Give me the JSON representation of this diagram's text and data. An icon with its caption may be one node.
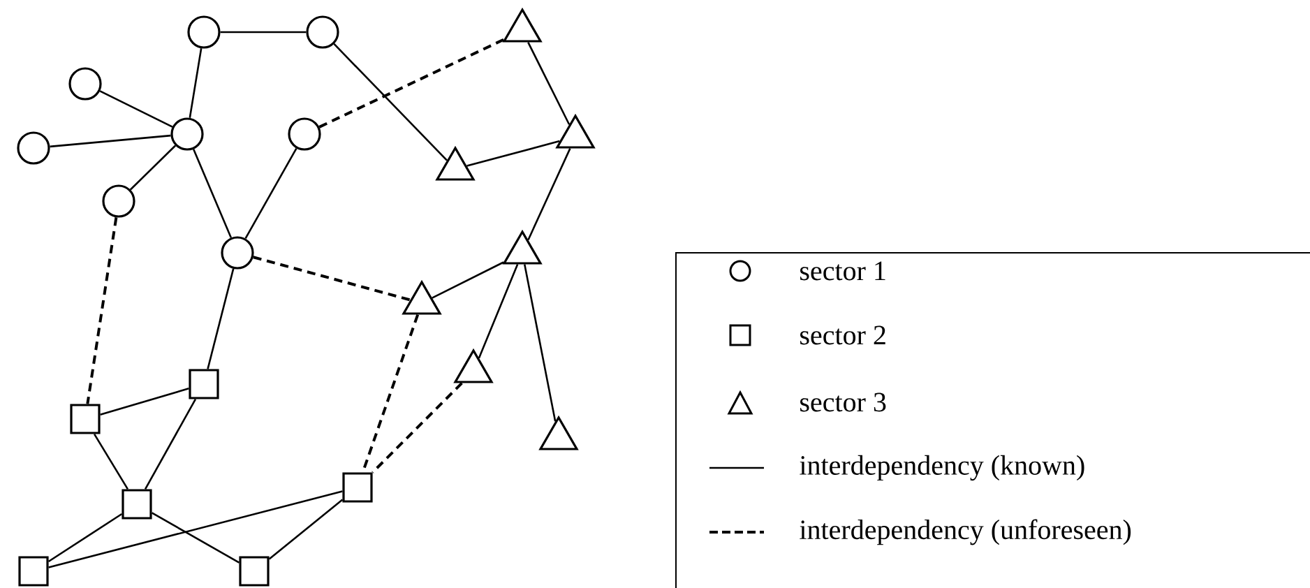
{
  "diagram": {
    "nodes": [
      {
        "text": [],
        "shape": "circle"
      },
      {
        "text": [],
        "shape": "circle"
      },
      {
        "text": [],
        "shape": "circle"
      },
      {
        "text": [],
        "shape": "circle"
      },
      {
        "text": [],
        "shape": "circle"
      },
      {
        "text": [],
        "shape": "circle"
      },
      {
        "text": [],
        "shape": "circle"
      },
      {
        "text": [],
        "shape": "circle"
      },
      {
        "text": [],
        "shape": "triangle"
      },
      {
        "text": [],
        "shape": "triangle"
      },
      {
        "text": [],
        "shape": "triangle"
      },
      {
        "text": [],
        "shape": "triangle"
      },
      {
        "text": [],
        "shape": "triangle"
      },
      {
        "text": [],
        "shape": "triangle"
      },
      {
        "text": [],
        "shape": "triangle"
      },
      {
        "text": [],
        "shape": "box"
      },
      {
        "text": [],
        "shape": "box"
      },
      {
        "text": [],
        "shape": "box"
      },
      {
        "text": [],
        "shape": "box"
      },
      {
        "text": [],
        "shape": "box"
      },
      {
        "text": [],
        "shape": "box"
      }
    ],
    "edges": [
      {
        "from": 0,
        "to": 1,
        "arrow": "none"
      },
      {
        "from": 0,
        "to": 4,
        "arrow": "none"
      },
      {
        "from": 2,
        "to": 4,
        "arrow": "none"
      },
      {
        "from": 3,
        "to": 4,
        "arrow": "none"
      },
      {
        "from": 6,
        "to": 4,
        "arrow": "none"
      },
      {
        "from": 4,
        "to": 7,
        "arrow": "none"
      },
      {
        "from": 5,
        "to": 7,
        "arrow": "none"
      },
      {
        "from": 1,
        "to": 10,
        "arrow": "none"
      },
      {
        "from": 10,
        "to": 9,
        "arrow": "none"
      },
      {
        "from": 8,
        "to": 9,
        "arrow": "none"
      },
      {
        "from": 9,
        "to": 11,
        "arrow": "none"
      },
      {
        "from": 11,
        "to": 12,
        "arrow": "none"
      },
      {
        "from": 11,
        "to": 13,
        "arrow": "none"
      },
      {
        "from": 11,
        "to": 14,
        "arrow": "none"
      },
      {
        "from": 7,
        "to": 15,
        "arrow": "none"
      },
      {
        "from": 15,
        "to": 16,
        "arrow": "none"
      },
      {
        "from": 16,
        "to": 17,
        "arrow": "none"
      },
      {
        "from": 15,
        "to": 17,
        "arrow": "none"
      },
      {
        "from": 17,
        "to": 19,
        "arrow": "none"
      },
      {
        "from": 17,
        "to": 20,
        "arrow": "none"
      },
      {
        "from": 19,
        "to": 18,
        "arrow": "none"
      },
      {
        "from": 18,
        "to": 20,
        "arrow": "none"
      },
      {
        "from": 5,
        "to": 8,
        "arrow": "none",
        "style": "dashed"
      },
      {
        "from": 6,
        "to": 16,
        "arrow": "none",
        "style": "dashed"
      },
      {
        "from": 7,
        "to": 12,
        "arrow": "none",
        "style": "dashed"
      },
      {
        "from": 12,
        "to": 18,
        "arrow": "none",
        "style": "dashed"
      },
      {
        "from": 13,
        "to": 18,
        "arrow": "none",
        "style": "dashed"
      }
    ],
    "legend": [
      {
        "text": "sector 1"
      },
      {
        "text": "sector 2"
      },
      {
        "text": "sector 3"
      },
      {
        "text": "interdependency (known)"
      },
      {
        "text": "interdependency (unforeseen)"
      }
    ]
  }
}
